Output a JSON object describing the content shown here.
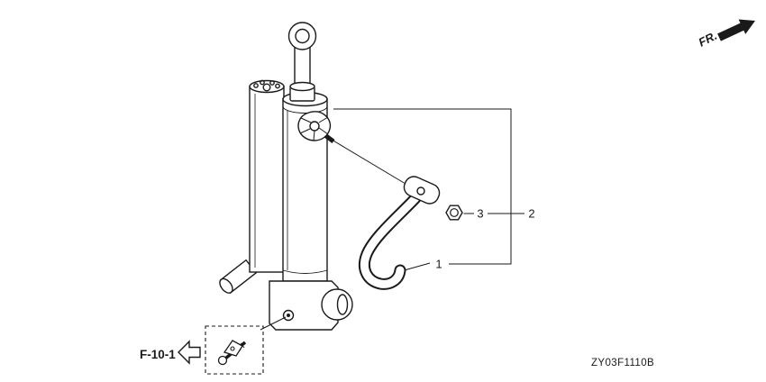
{
  "page": {
    "background": "#ffffff",
    "line_color": "#1a1a1a"
  },
  "callouts": {
    "part1": "1",
    "part2": "2",
    "part3": "3"
  },
  "direction_indicator": {
    "label": "FR."
  },
  "figure_reference": {
    "label": "F-10-1"
  },
  "drawing_code": "ZY03F1110B",
  "icons": {
    "fr_arrow": "arrow-up-right",
    "figure_reference_arrow": "arrow-left"
  }
}
